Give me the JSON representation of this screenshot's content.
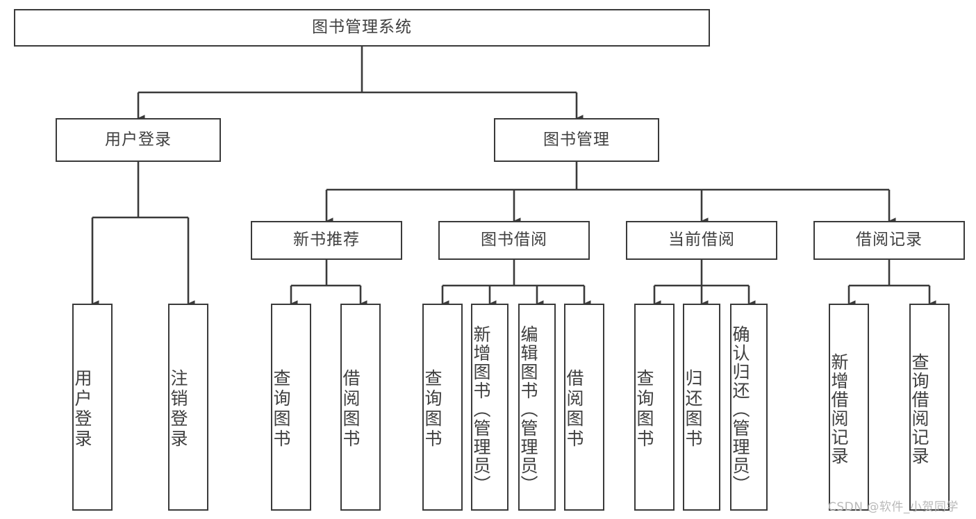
{
  "diagram": {
    "title": "图书管理系统",
    "type": "tree-hierarchy",
    "root": {
      "label": "图书管理系统"
    },
    "level2": [
      {
        "label": "用户登录"
      },
      {
        "label": "图书管理"
      }
    ],
    "level3": [
      {
        "label": "新书推荐"
      },
      {
        "label": "图书借阅"
      },
      {
        "label": "当前借阅"
      },
      {
        "label": "借阅记录"
      }
    ],
    "leaves": {
      "user_login": [
        {
          "label": "用户登录"
        },
        {
          "label": "注销登录"
        }
      ],
      "new_book_recommend": [
        {
          "label": "查询图书"
        },
        {
          "label": "借阅图书"
        }
      ],
      "book_borrow": [
        {
          "label": "查询图书"
        },
        {
          "label": "新增图书（管理员）"
        },
        {
          "label": "编辑图书（管理员）"
        },
        {
          "label": "借阅图书"
        }
      ],
      "current_borrow": [
        {
          "label": "查询图书"
        },
        {
          "label": "归还图书"
        },
        {
          "label": "确认归还（管理员）"
        }
      ],
      "borrow_record": [
        {
          "label": "新增借阅记录"
        },
        {
          "label": "查询借阅记录"
        }
      ]
    }
  },
  "watermark": {
    "text": "CSDN @软件_小贺同学"
  },
  "colors": {
    "border": "#3a3a3a",
    "text": "#3f3f3f",
    "background": "#ffffff",
    "watermark": "#b9b9b9"
  }
}
